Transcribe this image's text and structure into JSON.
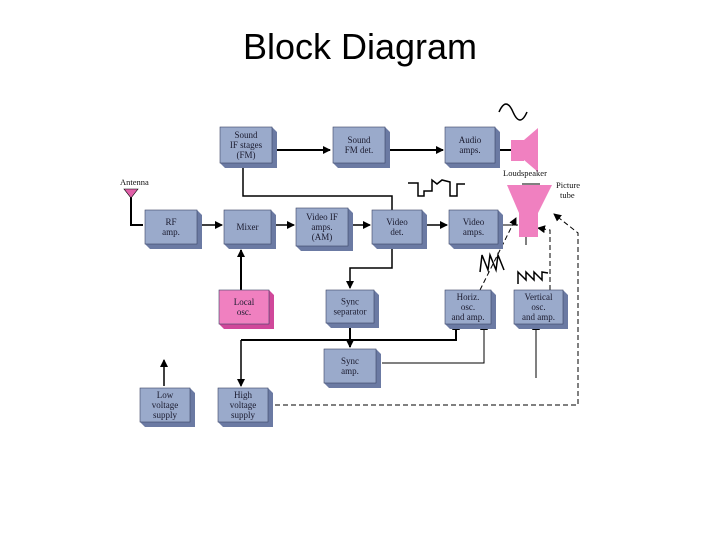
{
  "title": "Block Diagram",
  "colors": {
    "block_fill": "#9aaacb",
    "block_side": "#6b7aa3",
    "block_edge": "#3b4466",
    "pink_fill": "#f080c0",
    "pink_side": "#d0489a",
    "line": "#000000"
  },
  "labels": {
    "antenna": "Antenna",
    "loudspeaker": "Loudspeaker",
    "picture_tube_1": "Picture",
    "picture_tube_2": "tube"
  },
  "blocks": {
    "sound_if": [
      "Sound",
      "IF stages",
      "(FM)"
    ],
    "sound_fm_det": [
      "Sound",
      "FM det."
    ],
    "audio_amps": [
      "Audio",
      "amps."
    ],
    "rf_amp": [
      "RF",
      "amp."
    ],
    "mixer": [
      "Mixer"
    ],
    "video_if": [
      "Video IF",
      "amps.",
      "(AM)"
    ],
    "video_det": [
      "Video",
      "det."
    ],
    "video_amps": [
      "Video",
      "amps."
    ],
    "local_osc": [
      "Local",
      "osc."
    ],
    "sync_sep": [
      "Sync",
      "separator"
    ],
    "horiz_osc": [
      "Horiz.",
      "osc.",
      "and amp."
    ],
    "vert_osc": [
      "Vertical",
      "osc.",
      "and amp."
    ],
    "sync_amp": [
      "Sync",
      "amp."
    ],
    "low_voltage": [
      "Low",
      "voltage",
      "supply"
    ],
    "high_voltage": [
      "High",
      "voltage",
      "supply"
    ]
  }
}
